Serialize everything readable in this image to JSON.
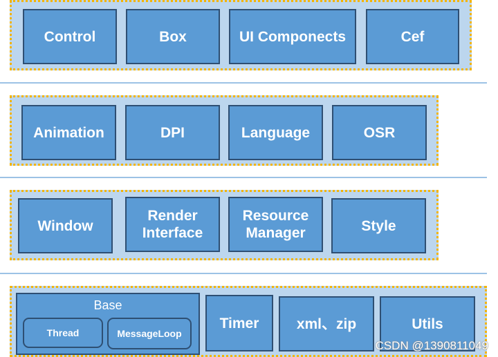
{
  "layer1": {
    "items": [
      "Control",
      "Box",
      "UI Componects",
      "Cef"
    ]
  },
  "layer2": {
    "items": [
      "Animation",
      "DPI",
      "Language",
      "OSR"
    ]
  },
  "layer3": {
    "window": "Window",
    "render_l1": "Render",
    "render_l2": "Interface",
    "resource_l1": "Resource",
    "resource_l2": "Manager",
    "style": "Style"
  },
  "layer4": {
    "base_title": "Base",
    "thread": "Thread",
    "messageloop": "MessageLoop",
    "timer": "Timer",
    "xml_zip": "xml、zip",
    "utils": "Utils"
  },
  "watermark": "CSDN @1390811049"
}
